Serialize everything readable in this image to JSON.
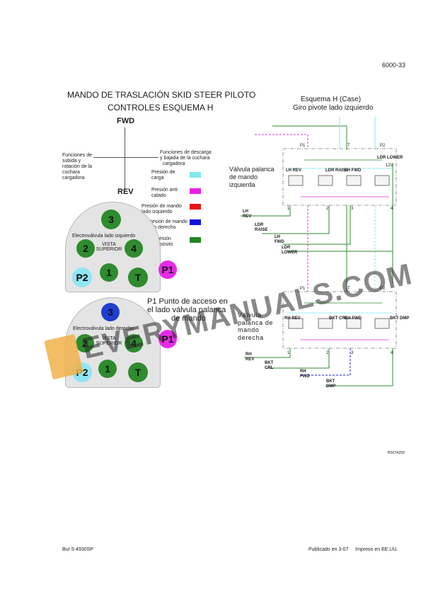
{
  "page_number": "6000-33",
  "title_line1": "MANDO DE TRASLACIÓN SKID STEER PILOTO",
  "title_line2": "CONTROLES ESQUEMA H",
  "schema_title1": "Esquema H (Case)",
  "schema_title2": "Giro pivote lado izquierdo",
  "fwd": "FWD",
  "rev": "REV",
  "left_func": [
    "Funciones de",
    "subida y",
    "rotación de la",
    "cuchara",
    "cargadora"
  ],
  "right_func": [
    "Funciones de descarga",
    "y bajada de la cuchara",
    "cargadora"
  ],
  "legend": [
    {
      "text": [
        "Presión de",
        "carga"
      ],
      "color": "#7fe8f0"
    },
    {
      "text": [
        "Presión anti",
        "calado"
      ],
      "color": "#e81ee8"
    },
    {
      "text": [
        "Presión de mando",
        "lado izquierdo"
      ],
      "color": "#e81414"
    },
    {
      "text": [
        "Presión de mando",
        "lado derecho"
      ],
      "color": "#1414d8"
    },
    {
      "text": [
        "Presión",
        "depósito"
      ],
      "color": "#1f8a1f"
    }
  ],
  "valve_left": {
    "label": "Electroválvula lado izquierdo",
    "view": [
      "VISTA",
      "SUPERIOR"
    ],
    "ports": [
      "3",
      "2",
      "4",
      "P2",
      "1",
      "T"
    ]
  },
  "p1_badge": "P1",
  "access_text": [
    "P1 Punto de acceso en",
    "el lado válvula palanca",
    "de mando"
  ],
  "valve_right": {
    "label": "Electroválvula lado derecho",
    "view": [
      "VISTA",
      "SUPERIOR"
    ],
    "ports": [
      "3",
      "2",
      "4",
      "P2",
      "1",
      "T"
    ]
  },
  "left_lever_label": [
    "Válvula palanca",
    "de mando",
    "izquierda"
  ],
  "right_lever_label": [
    "Válvula",
    "palanca de",
    "mando",
    "derecha"
  ],
  "top_diagram": {
    "spools": [
      "LH REV",
      "LDR RAISE",
      "LH FWD",
      "LDR LOWER"
    ],
    "side_labels": [
      "LH",
      "REV",
      "LDR",
      "RAISE",
      "LH",
      "FWD",
      "LDR",
      "LOWER"
    ],
    "ports": [
      "1",
      "2",
      "3",
      "4"
    ],
    "marks": [
      "P1",
      "T",
      "P2",
      "12V"
    ]
  },
  "bottom_diagram": {
    "spools": [
      "RH REV",
      "BKT CRL",
      "RH FWD",
      "BKT DMP"
    ],
    "side_labels": [
      "RH",
      "REV",
      "BKT",
      "CRL",
      "RH",
      "FWD",
      "BKT",
      "DMP"
    ],
    "ports": [
      "1",
      "2",
      "3",
      "4"
    ],
    "marks": [
      "P1",
      "T",
      "P2"
    ]
  },
  "figure_code": "BS07A259",
  "watermark": "EVERYMANUALS.COM",
  "footer_left": "Bur 5-4930SP",
  "footer_right": "Publicado en 3-07     Impreso en EE.UU."
}
